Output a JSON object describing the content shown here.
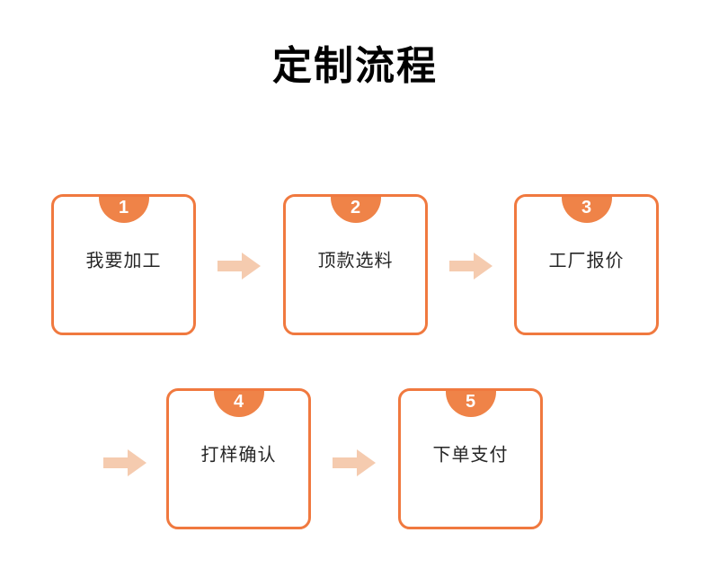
{
  "page": {
    "title": "定制流程",
    "background": "#ffffff"
  },
  "colors": {
    "box_border": "#F0793F",
    "badge_fill": "#EF8348",
    "badge_number_text": "#FFFFFF",
    "arrow": "#F5CBAF",
    "title_text": "#000000",
    "step_text": "#262626"
  },
  "icons": {
    "flow_arrow": "right-arrow-icon"
  },
  "steps": [
    {
      "number": "1",
      "label": "我要加工"
    },
    {
      "number": "2",
      "label": "顶款选料"
    },
    {
      "number": "3",
      "label": "工厂报价"
    },
    {
      "number": "4",
      "label": "打样确认"
    },
    {
      "number": "5",
      "label": "下单支付"
    }
  ]
}
